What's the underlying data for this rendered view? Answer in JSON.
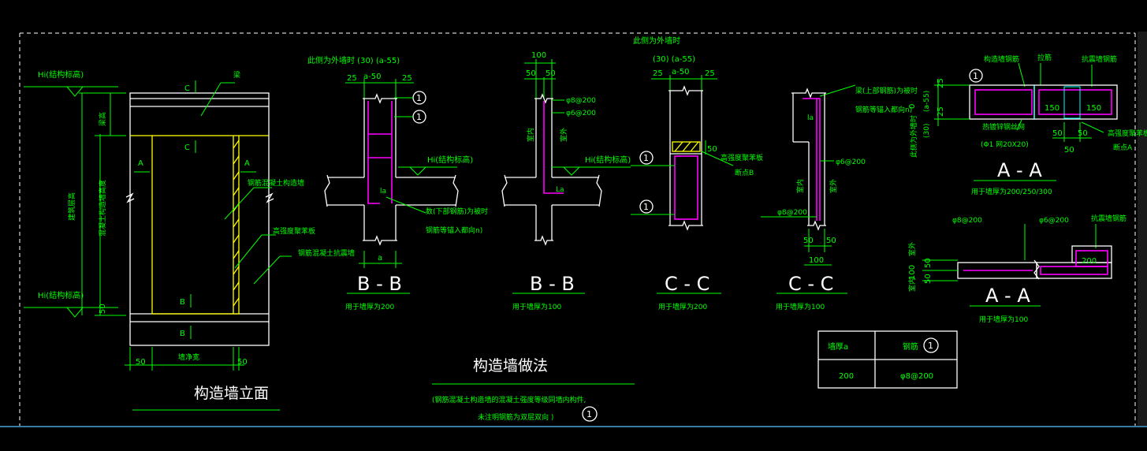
{
  "colors": {
    "background": "#000000",
    "dim": "#00ff00",
    "outline": "#ffffff",
    "concrete": "#ffff00",
    "rebar": "#ff00ff",
    "hatch": "#00ffff"
  },
  "elevation": {
    "title": "构造墙立面",
    "hi_top": "Hi(结构标高)",
    "hi_bot": "Hi(结构标高)",
    "beam": "梁",
    "col_label": "钢筋混凝土构造墙",
    "high_box": "高强度聚苯板",
    "anti_crack": "钢筋混凝土抗震墙",
    "vert_span": "建筑层高",
    "vert_inner": "混凝土构造墙高度",
    "beam_h": "梁高",
    "sec_c": "C",
    "sec_a": "A",
    "sec_b": "B",
    "dim_50": "50",
    "dim_bot_mid": "墙净宽",
    "dim_50_bot": "50"
  },
  "bb1": {
    "note": "此侧为外墙时 (30)  (a-55)",
    "d25a": "25",
    "da50": "a-50",
    "d25b": "25",
    "hi": "Hi(结构标高)",
    "la": "la",
    "anchor1": "数(下部钢筋)为被时",
    "anchor2": "钢筋等锚入都向n)",
    "dim_a": "a",
    "label": "B - B",
    "use": "用于墙厚为200",
    "circ": "1"
  },
  "bb2": {
    "d100": "100",
    "d50a": "50",
    "d50b": "50",
    "r1": "φ8@200",
    "r2": "φ6@200",
    "side_l": "室内",
    "side_r": "室外",
    "hi": "Hi(结构标高)",
    "la": "La",
    "label": "B - B",
    "use": "用于墙厚为100"
  },
  "cc1": {
    "note1": "此侧为外墙时",
    "note2": "(30)  (a-55)",
    "d25a": "25",
    "da50": "a-50",
    "d25b": "25",
    "d50": "50",
    "box_note": "高强度聚苯板",
    "sec_note": "断点B",
    "label": "C - C",
    "use": "用于墙厚为200",
    "circ": "1"
  },
  "cc2": {
    "note1": "梁(上部钢筋)为被时",
    "note2": "钢筋等锚入都向n)",
    "la": "la",
    "r1": "φ6@200",
    "r2": "φ8@200",
    "side_l": "室内",
    "side_r": "室外",
    "d50a": "50",
    "d50b": "50",
    "d100": "100",
    "label": "C - C",
    "use": "用于墙厚为100"
  },
  "aa1": {
    "top1": "构造墙钢筋",
    "top2": "拉筋",
    "top3": "抗震墙钢筋",
    "left1": "(a-55)",
    "left2": "(30)",
    "left3": "此侧为外墙时",
    "d25a": "25",
    "d0": "0",
    "d25b": "25",
    "d150a": "150",
    "d150b": "150",
    "note_bot1": "热镀锌钢丝网",
    "note_bot2": "(Φ1 网20X20)",
    "d50a": "50",
    "d50b": "50",
    "d50c": "50",
    "note_r1": "高强度聚苯板",
    "note_r2": "断点A",
    "label": "A - A",
    "use": "用于墙厚为200/250/300",
    "circ": "1"
  },
  "aa2": {
    "r1": "φ8@200",
    "r2": "φ6@200",
    "r3": "抗震墙钢筋",
    "d200": "200",
    "d100": "100",
    "d50a": "50",
    "d50b": "50",
    "side_l": "室内",
    "side_r": "室外",
    "label": "A - A",
    "use": "用于墙厚为100"
  },
  "main": {
    "title": "构造墙做法",
    "note1": "(钢筋混凝土构造墙的混凝土强度等级同墙内构件,",
    "note2": "未注明钢筋为双层双向    )",
    "circ": "1"
  },
  "table": {
    "h1": "墙厚a",
    "h2": "钢筋",
    "h2circ": "1",
    "v1": "200",
    "v2": "φ8@200"
  }
}
